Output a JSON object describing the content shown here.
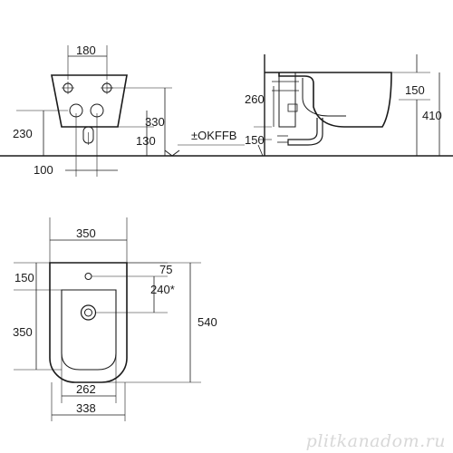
{
  "front_view": {
    "width_top": "180",
    "height_left": "230",
    "height_right": "330",
    "height_130": "130",
    "offset_100": "100"
  },
  "side_view": {
    "floor_label": "±OKFFB",
    "height_260": "260",
    "height_150_upper": "150",
    "height_150_lower": "150",
    "height_410": "410"
  },
  "top_view": {
    "width_350": "350",
    "depth_150": "150",
    "offset_75": "75",
    "offset_240": "240*",
    "length_350": "350",
    "length_540": "540",
    "width_262": "262",
    "width_338": "338"
  },
  "watermark": "plitkanadom.ru"
}
